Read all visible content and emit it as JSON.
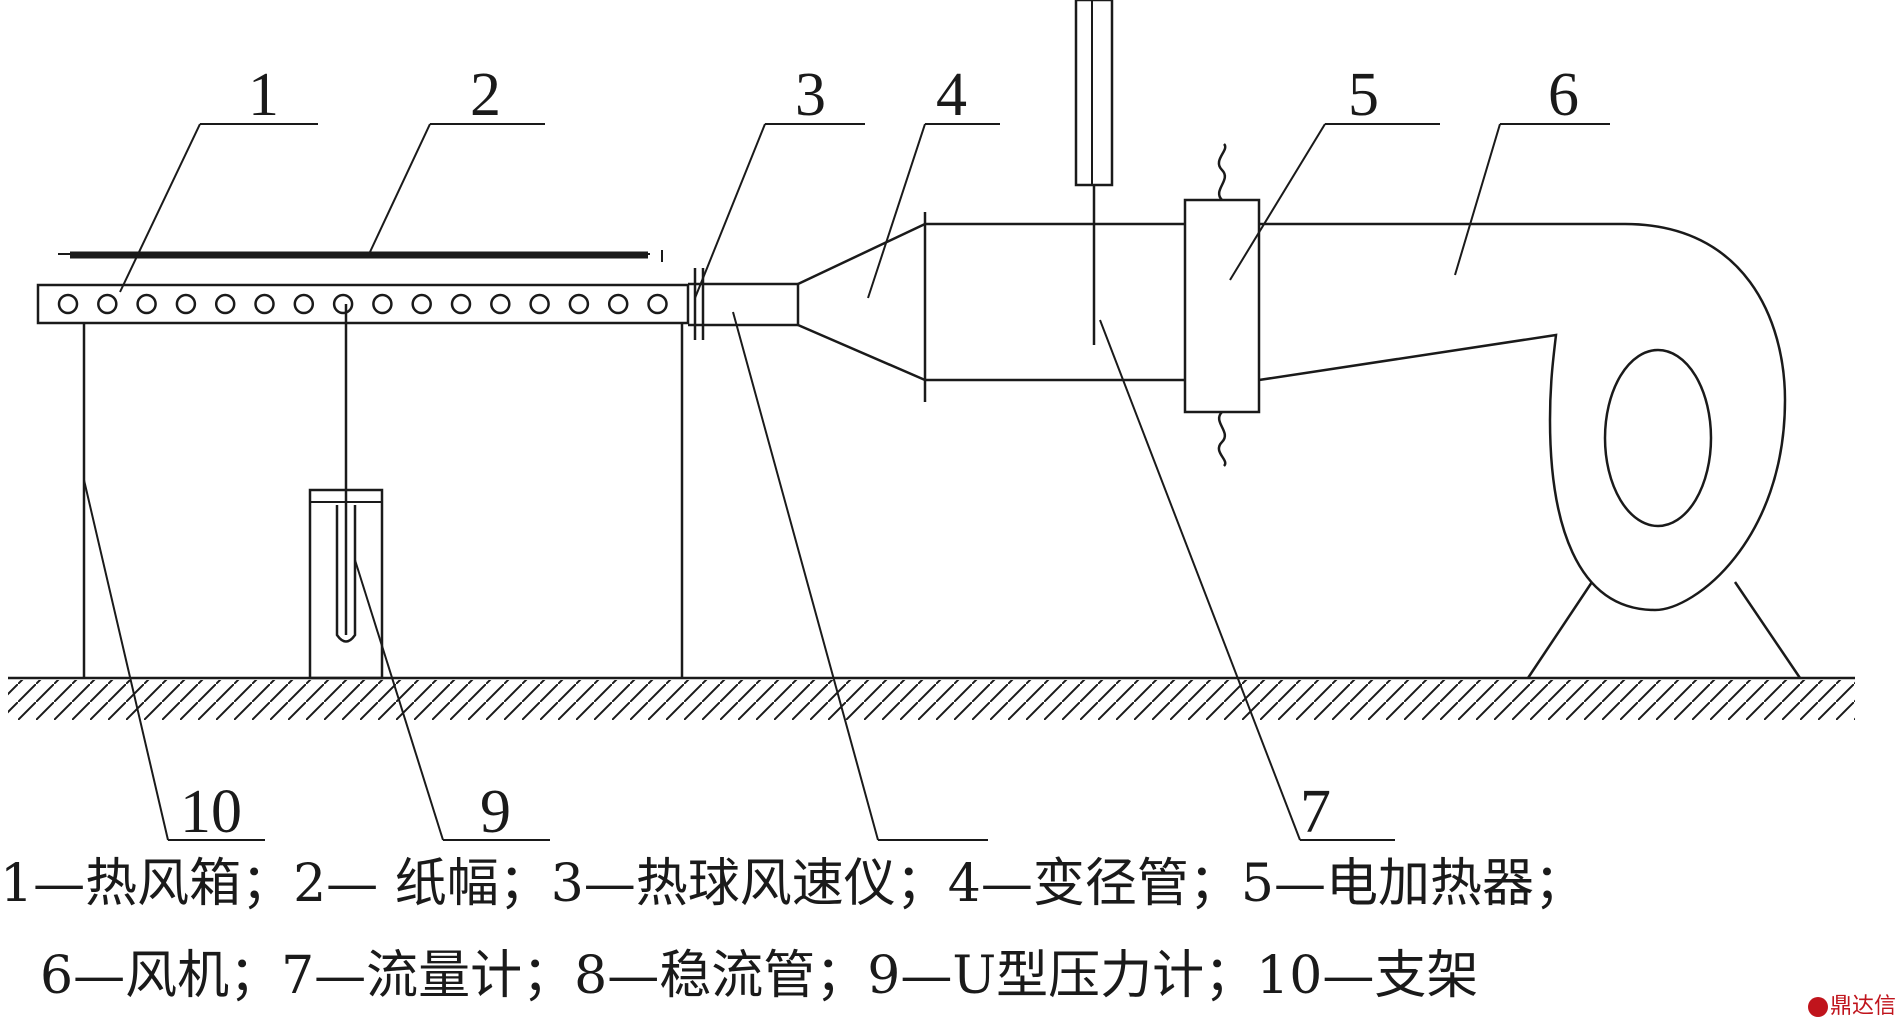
{
  "labels": {
    "n1": "1",
    "n2": "2",
    "n3": "3",
    "n4": "4",
    "n5": "5",
    "n6": "6",
    "n7": "7",
    "n9": "9",
    "n10": "10"
  },
  "legend": {
    "line1": "1—热风箱；2— 纸幅；3—热球风速仪；4—变径管；5—电加热器；",
    "line2": "6—风机；7—流量计；8—稳流管；9—U型压力计；10—支架"
  },
  "watermark": {
    "text": "鼎达信"
  },
  "colors": {
    "stroke": "#1a1a1a",
    "watermark": "#c0141c"
  }
}
